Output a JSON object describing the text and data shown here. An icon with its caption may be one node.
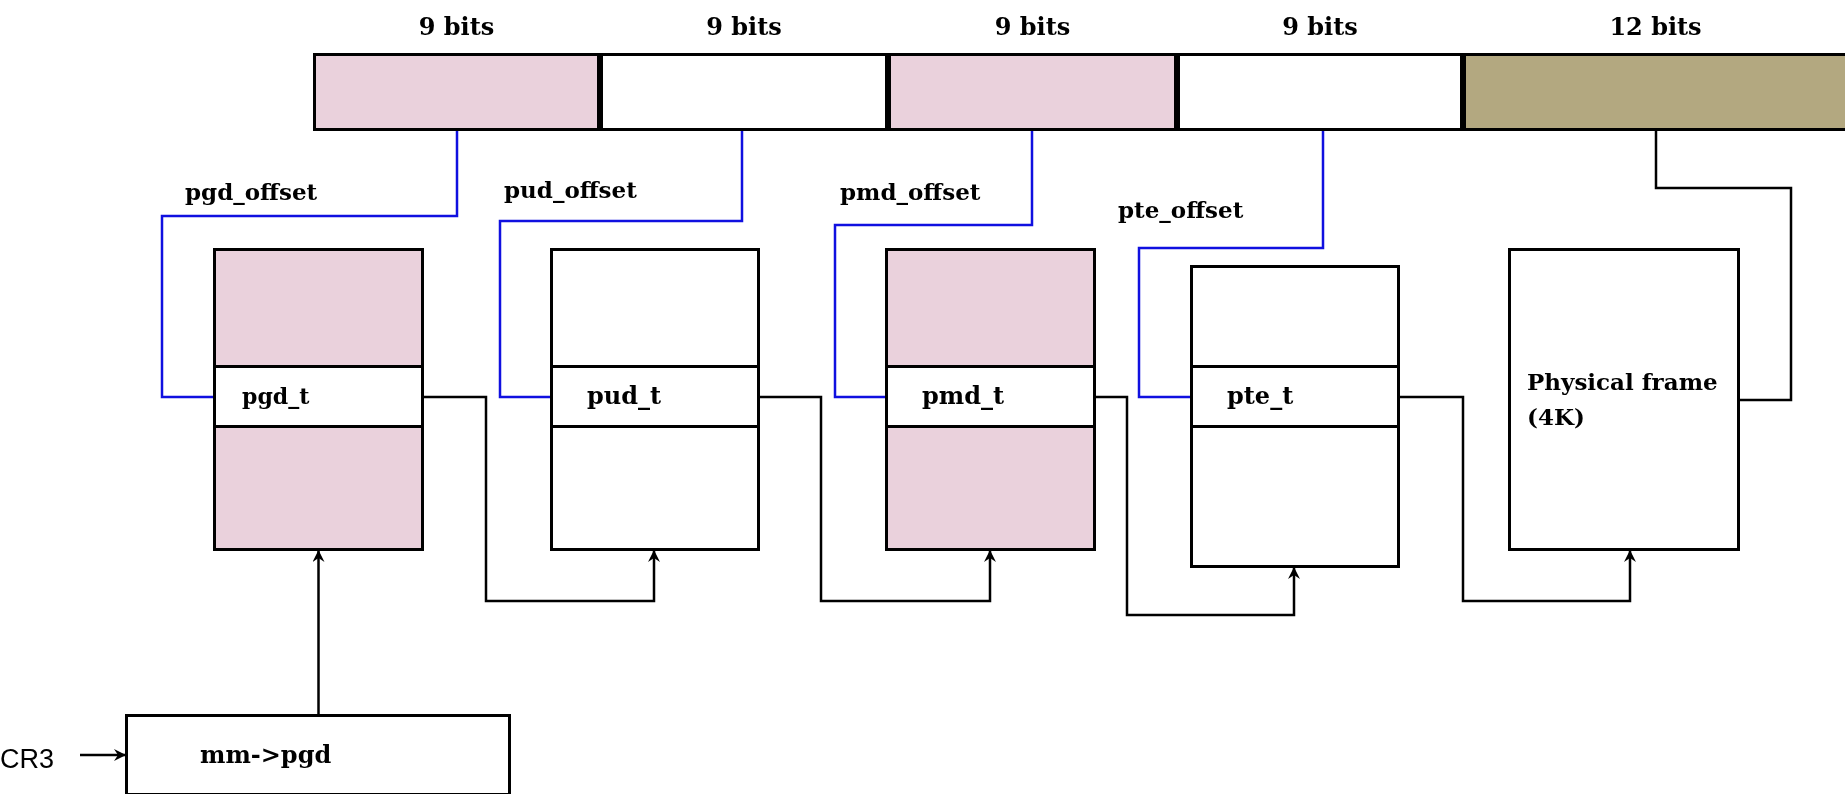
{
  "diagram": {
    "nodes": [
      {
        "text": [
          "9 bits"
        ]
      },
      {
        "text": [
          "9 bits"
        ]
      },
      {
        "text": [
          "9 bits"
        ]
      },
      {
        "text": [
          "9 bits"
        ]
      },
      {
        "text": [
          "12 bits"
        ]
      },
      {
        "text": [],
        "shape": "box"
      },
      {
        "text": [
          "pgd_t"
        ],
        "in": 5
      },
      {
        "text": [],
        "shape": "box"
      },
      {
        "text": [
          "pud_t"
        ],
        "in": 7
      },
      {
        "text": [],
        "shape": "box"
      },
      {
        "text": [
          "pmd_t"
        ],
        "in": 9
      },
      {
        "text": [],
        "shape": "box"
      },
      {
        "text": [
          "pte_t"
        ],
        "in": 11
      },
      {
        "text": [
          "Physical frame (4K)"
        ]
      },
      {
        "text": [
          "mm->pgd"
        ]
      },
      {
        "text": [
          "CR3"
        ]
      }
    ],
    "edges": [
      {
        "from": 15,
        "to": 14,
        "arrow": "to"
      },
      {
        "from": 14,
        "to": 5,
        "arrow": "to"
      },
      {
        "from": 0,
        "to": 6,
        "arrow": "none",
        "label": "pgd_offset",
        "color": "#1010e0"
      },
      {
        "from": 1,
        "to": 8,
        "arrow": "none",
        "label": "pud_offset",
        "color": "#1010e0"
      },
      {
        "from": 2,
        "to": 10,
        "arrow": "none",
        "label": "pmd_offset",
        "color": "#1010e0"
      },
      {
        "from": 3,
        "to": 12,
        "arrow": "none",
        "label": "pte_offset",
        "color": "#1010e0"
      },
      {
        "from": 4,
        "to": 13,
        "arrow": "none"
      },
      {
        "from": 6,
        "to": 7,
        "arrow": "to"
      },
      {
        "from": 8,
        "to": 9,
        "arrow": "to"
      },
      {
        "from": 10,
        "to": 11,
        "arrow": "to"
      },
      {
        "from": 12,
        "to": 13,
        "arrow": "to"
      }
    ]
  }
}
